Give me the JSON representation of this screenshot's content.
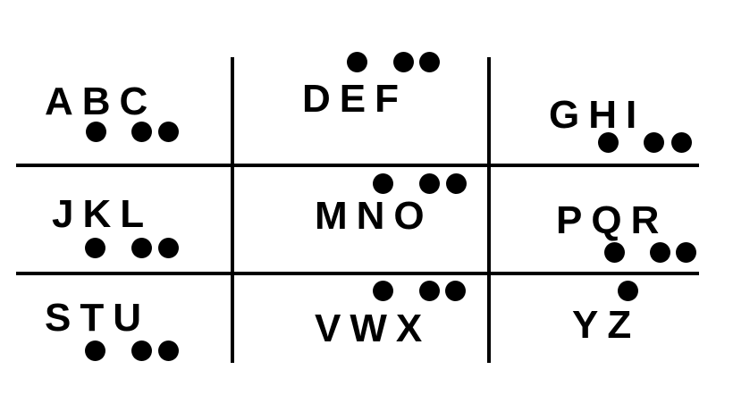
{
  "cells": [
    {
      "letters": "ABC"
    },
    {
      "letters": "DEF"
    },
    {
      "letters": "GHI"
    },
    {
      "letters": "JKL"
    },
    {
      "letters": "MNO"
    },
    {
      "letters": "PQR"
    },
    {
      "letters": "STU"
    },
    {
      "letters": "VWX"
    },
    {
      "letters": "YZ"
    }
  ],
  "colors": {
    "ink": "#000000",
    "background": "#ffffff"
  }
}
